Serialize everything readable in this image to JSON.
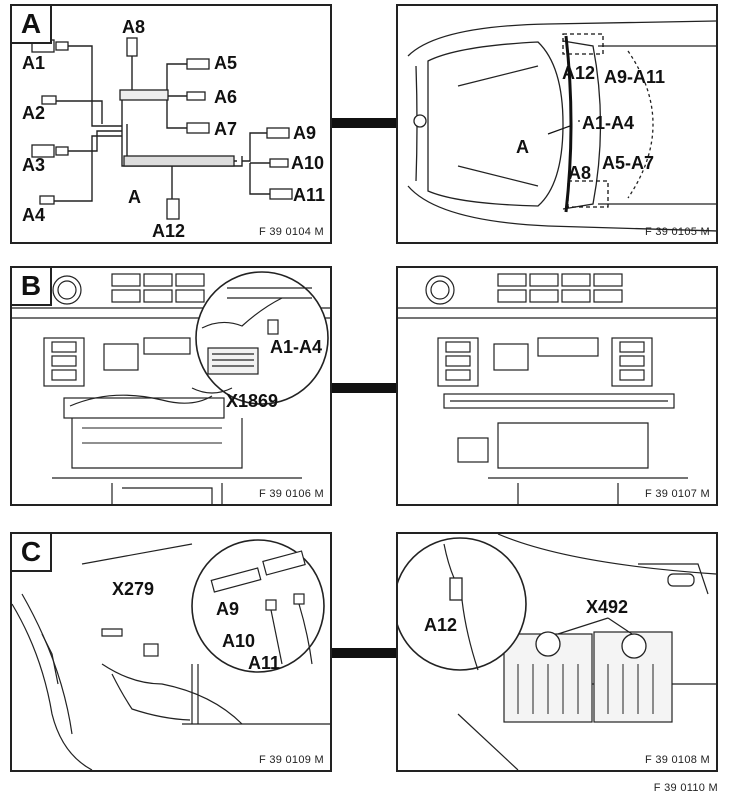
{
  "rows": [
    {
      "letter": "A",
      "left": {
        "code": "F 39 0104 M",
        "labels": {
          "a1": "A1",
          "a2": "A2",
          "a3": "A3",
          "a4": "A4",
          "a5": "A5",
          "a6": "A6",
          "a7": "A7",
          "a8": "A8",
          "a9": "A9",
          "a10": "A10",
          "a11": "A11",
          "a12": "A12",
          "a": "A"
        }
      },
      "right": {
        "code": "F 39 0105 M",
        "labels": {
          "a12": "A12",
          "a9_11": "A9-A11",
          "a1_4": "A1-A4",
          "a": "A",
          "a8": "A8",
          "a5_7": "A5-A7"
        }
      }
    },
    {
      "letter": "B",
      "left": {
        "code": "F 39 0106 M",
        "labels": {
          "a1_4": "A1-A4",
          "x1869": "X1869"
        }
      },
      "right": {
        "code": "F 39 0107 M"
      }
    },
    {
      "letter": "C",
      "left": {
        "code": "F 39 0109 M",
        "labels": {
          "x279": "X279",
          "a9": "A9",
          "a10": "A10",
          "a11": "A11"
        }
      },
      "right": {
        "code": "F 39 0108 M",
        "labels": {
          "a12": "A12",
          "x492": "X492"
        }
      }
    }
  ],
  "footer_code": "F 39 0110 M"
}
